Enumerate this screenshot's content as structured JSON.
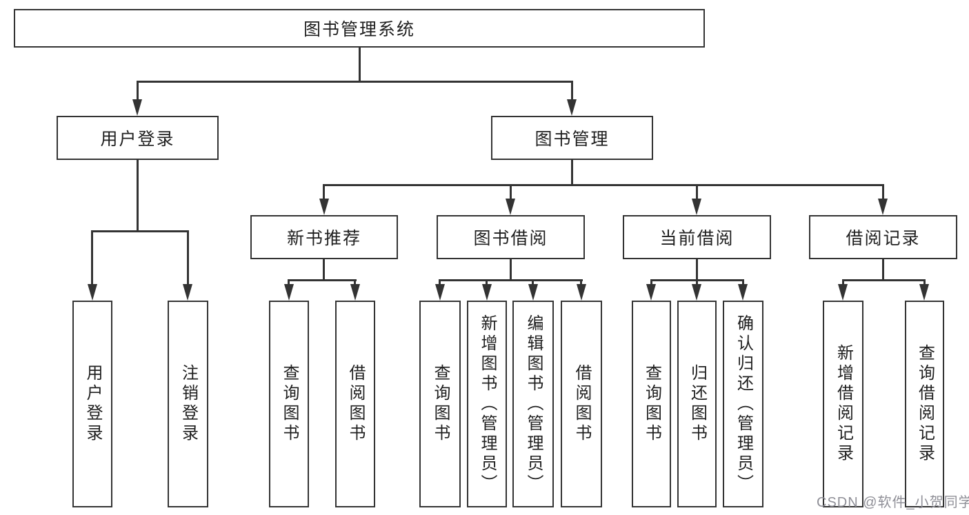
{
  "tree": {
    "label": "图书管理系统",
    "children": [
      {
        "label": "用户登录",
        "children": [
          {
            "label": "用户登录"
          },
          {
            "label": "注销登录"
          }
        ]
      },
      {
        "label": "图书管理",
        "children": [
          {
            "label": "新书推荐",
            "children": [
              {
                "label": "查询图书"
              },
              {
                "label": "借阅图书"
              }
            ]
          },
          {
            "label": "图书借阅",
            "children": [
              {
                "label": "查询图书"
              },
              {
                "label": "新增图书（管理员）"
              },
              {
                "label": "编辑图书（管理员）"
              },
              {
                "label": "借阅图书"
              }
            ]
          },
          {
            "label": "当前借阅",
            "children": [
              {
                "label": "查询图书"
              },
              {
                "label": "归还图书"
              },
              {
                "label": "确认归还（管理员）"
              }
            ]
          },
          {
            "label": "借阅记录",
            "children": [
              {
                "label": "新增借阅记录"
              },
              {
                "label": "查询借阅记录"
              }
            ]
          }
        ]
      }
    ]
  },
  "watermark": {
    "text": "CSDN @软件_小贺同学"
  },
  "colors": {
    "line": "#333333",
    "text": "#1f1f1f",
    "background": "#ffffff",
    "watermark": "#8f8f97"
  }
}
